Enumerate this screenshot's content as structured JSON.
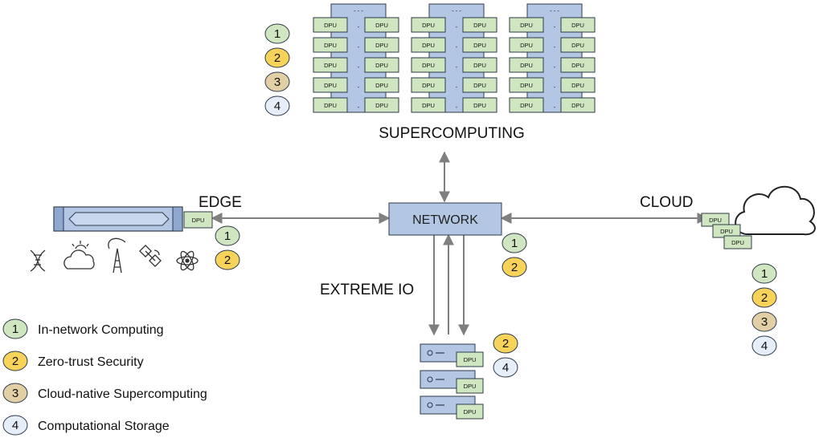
{
  "labels": {
    "supercomputing": "SUPERCOMPUTING",
    "edge": "EDGE",
    "cloud": "CLOUD",
    "network": "NETWORK",
    "extreme_io": "EXTREME IO",
    "dpu": "DPU",
    "rack_dash": "- - -",
    "slot_dash": "-"
  },
  "legend": [
    {
      "num": "1",
      "label": "In-network Computing",
      "color": "#cfe6c0"
    },
    {
      "num": "2",
      "label": "Zero-trust Security",
      "color": "#f7d35a"
    },
    {
      "num": "3",
      "label": "Cloud-native Supercomputing",
      "color": "#e2cfa6"
    },
    {
      "num": "4",
      "label": "Computational Storage",
      "color": "#e6eefa"
    }
  ],
  "badge_groups": {
    "supercomputing": [
      "1",
      "2",
      "3",
      "4"
    ],
    "edge": [
      "1",
      "2"
    ],
    "network": [
      "1",
      "2"
    ],
    "cloud": [
      "1",
      "2",
      "3",
      "4"
    ],
    "storage": [
      "2",
      "4"
    ]
  },
  "colors": {
    "rack_fill": "#b3c6e4",
    "dpu_fill": "#cfe6c0",
    "network_fill": "#b3c6e4",
    "arrow": "#7f7f7f",
    "outline": "#2e3a4a"
  }
}
